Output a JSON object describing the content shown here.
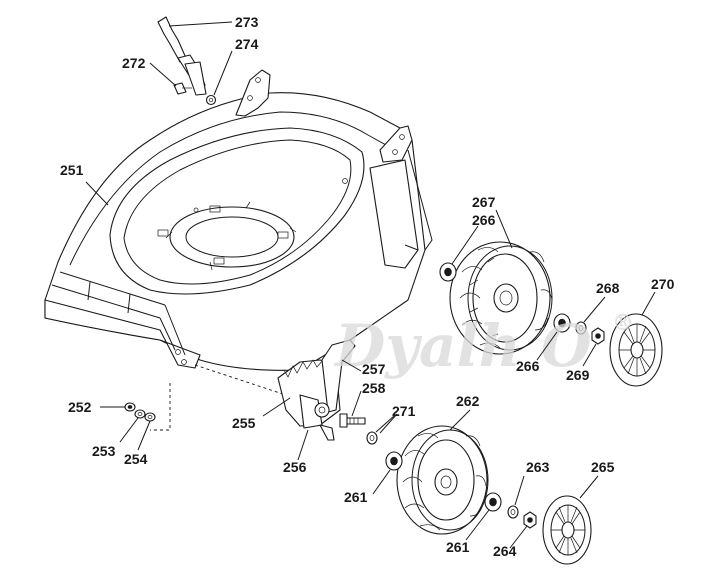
{
  "watermark": "Dyalh O",
  "watermark_glyph": "®",
  "callouts": {
    "c251": "251",
    "c252": "252",
    "c253": "253",
    "c254": "254",
    "c255": "255",
    "c256": "256",
    "c257": "257",
    "c258": "258",
    "c261a": "261",
    "c261b": "261",
    "c262": "262",
    "c263": "263",
    "c264": "264",
    "c265": "265",
    "c266a": "266",
    "c266b": "266",
    "c267": "267",
    "c268": "268",
    "c269": "269",
    "c270": "270",
    "c271": "271",
    "c272": "272",
    "c273": "273",
    "c274": "274"
  },
  "colors": {
    "ink": "#1a1a1a",
    "watermark": "#d9d9d9",
    "background": "#ffffff"
  }
}
